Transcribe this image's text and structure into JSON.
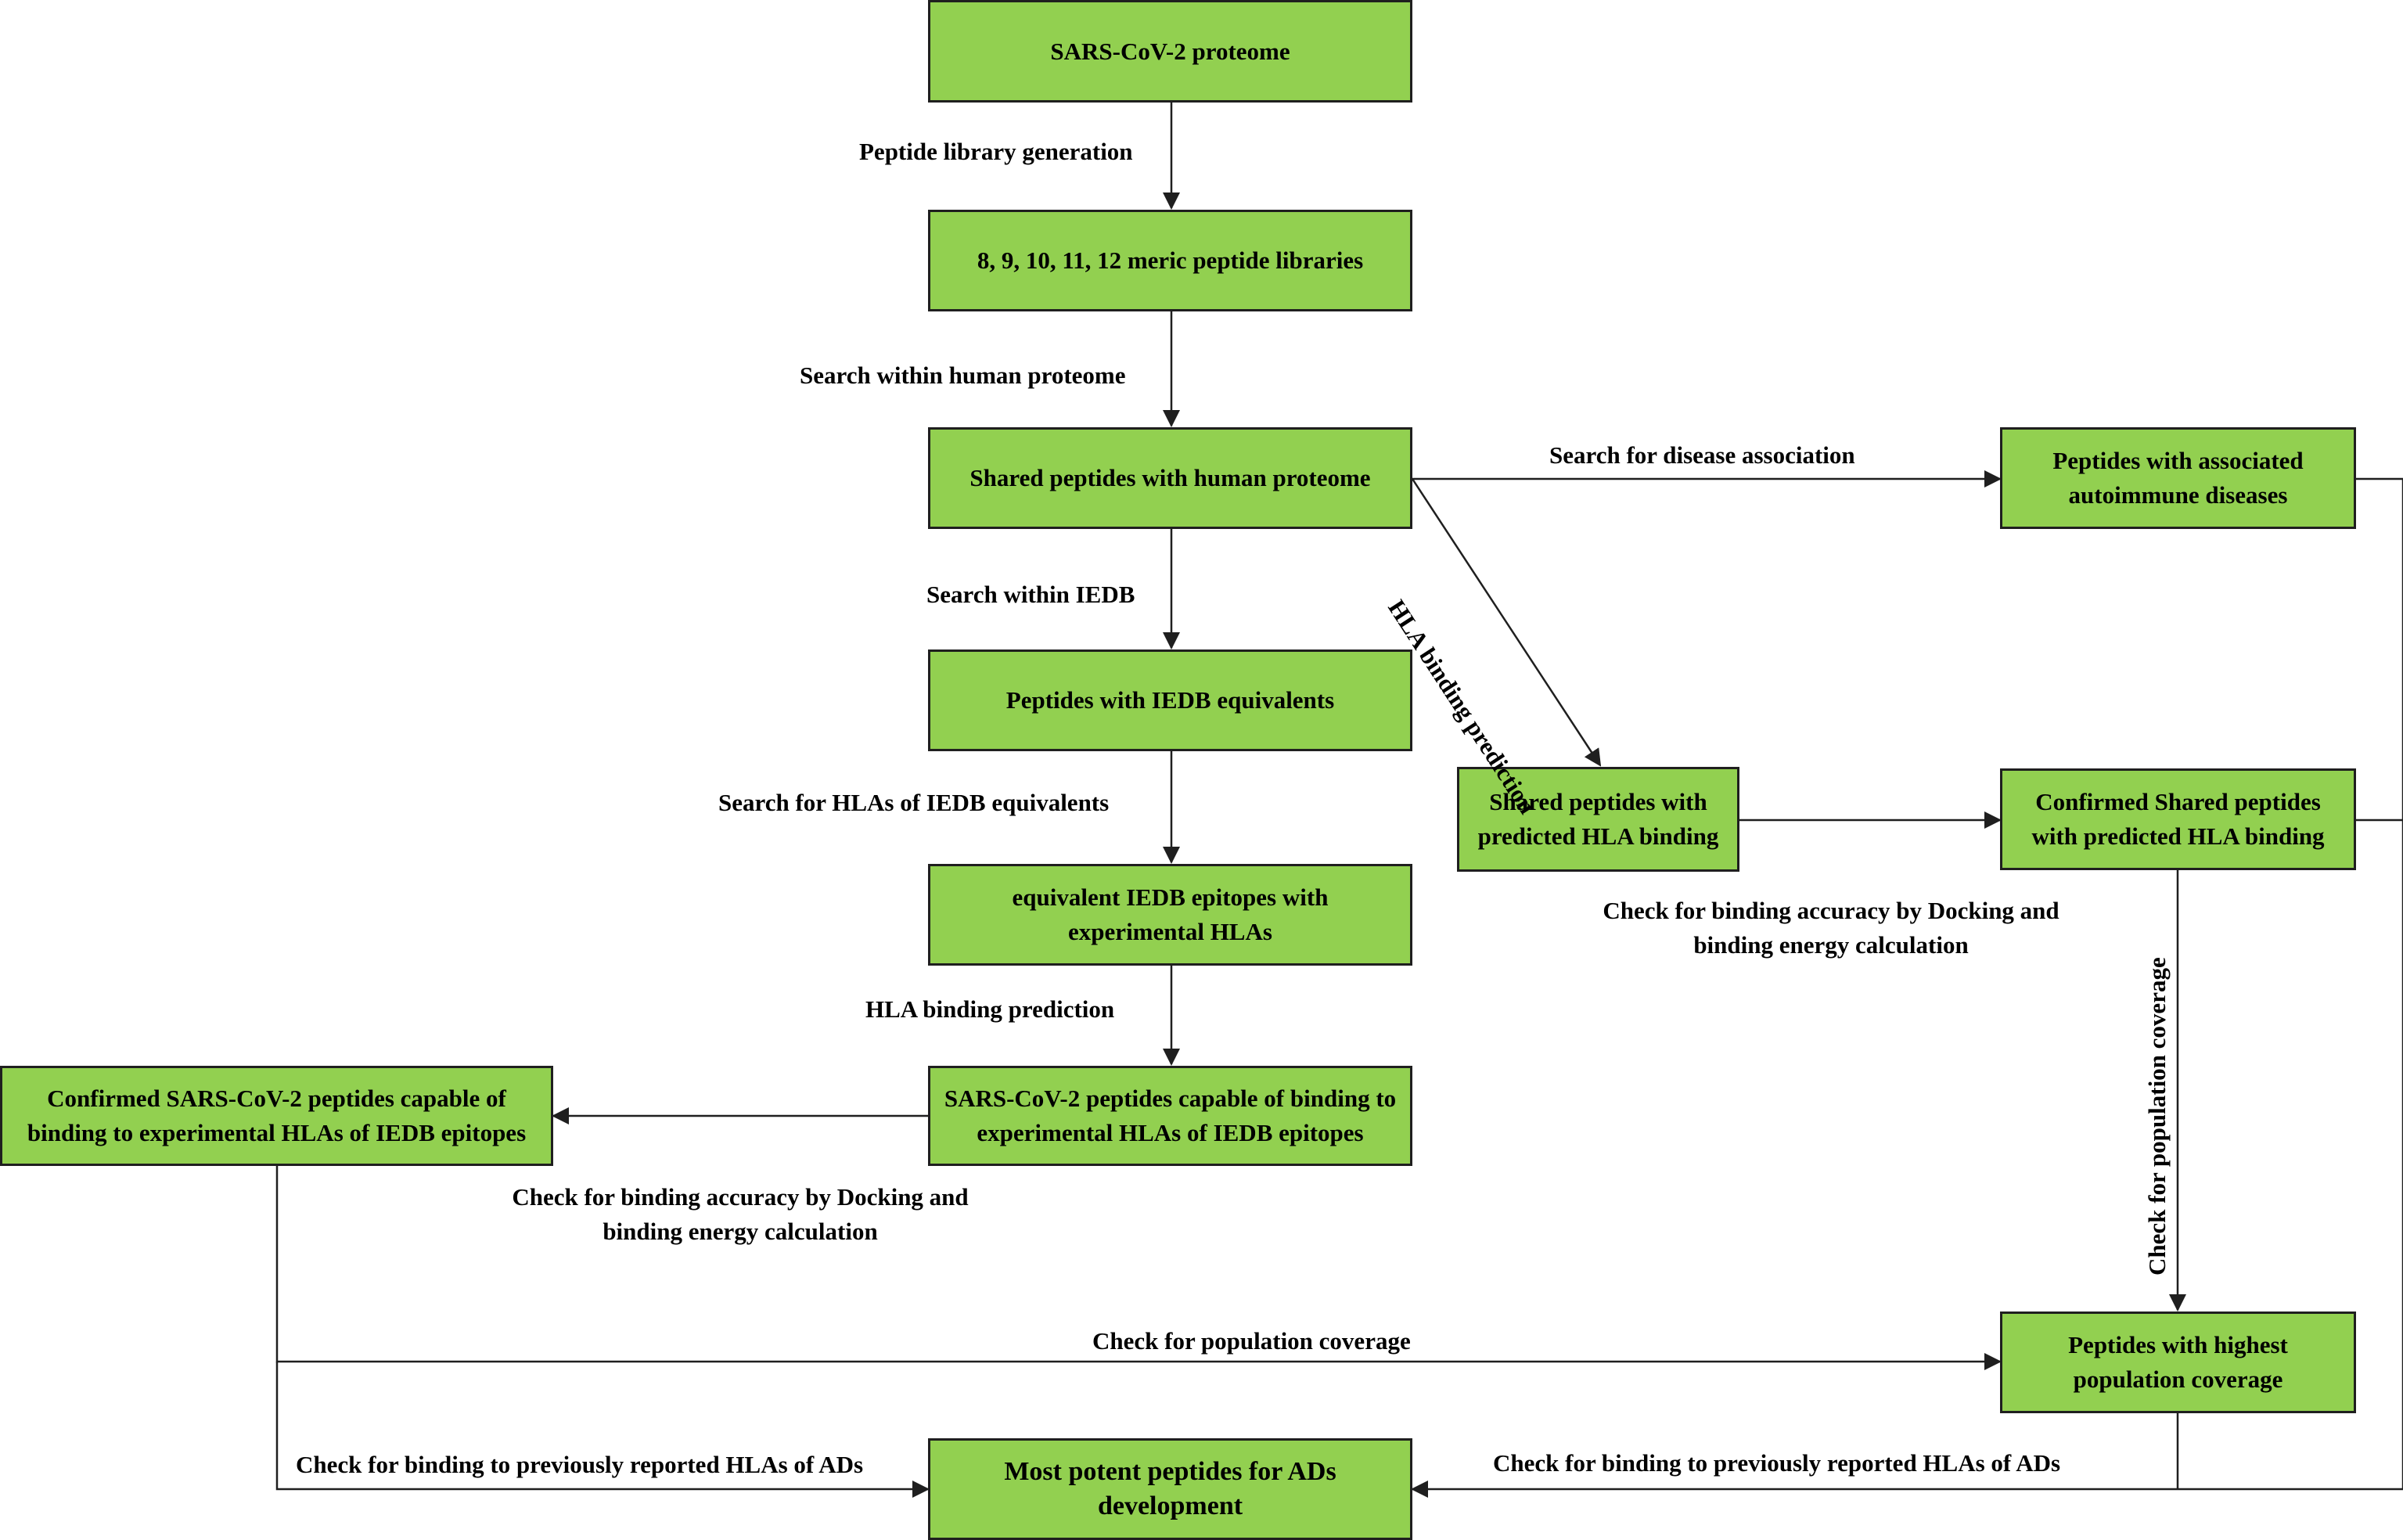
{
  "boxes": {
    "proteome": "SARS-CoV-2 proteome",
    "libraries": "8, 9, 10, 11, 12 meric peptide libraries",
    "shared": "Shared peptides with human proteome",
    "iedb_equiv": "Peptides with IEDB equivalents",
    "exp_hlas": "equivalent  IEDB epitopes with experimental HLAs",
    "sars_binding": "SARS-CoV-2 peptides capable of binding to experimental HLAs of IEDB epitopes",
    "confirmed_sars": "Confirmed SARS-CoV-2 peptides capable of binding to experimental HLAs of IEDB epitopes",
    "autoimmune": "Peptides with  associated autoimmune diseases",
    "shared_pred": "Shared peptides with predicted HLA binding",
    "confirmed_shared": "Confirmed Shared peptides with predicted HLA binding",
    "highest_cov": "Peptides with highest population coverage",
    "most_potent": "Most potent peptides for ADs development"
  },
  "labels": {
    "library_gen": "Peptide library generation",
    "search_human": "Search within human proteome",
    "search_iedb": "Search within IEDB",
    "search_hlas": "Search for HLAs of IEDB equivalents",
    "hla_pred_center": "HLA binding prediction",
    "disease_assoc": "Search for disease association",
    "hla_pred_diag": "HLA binding prediction",
    "docking_right_line1": "Check for binding accuracy by Docking and",
    "docking_right_line2": "binding  energy  calculation",
    "docking_left_line1": "Check for binding accuracy by Docking and",
    "docking_left_line2": "binding  energy  calculation",
    "pop_cov_vertical": "Check for population coverage",
    "pop_cov_horizontal": "Check for population coverage",
    "prev_hla_left": "Check for binding to previously reported HLAs of ADs",
    "prev_hla_right": "Check for binding to previously reported HLAs of ADs"
  },
  "colors": {
    "box_fill": "#92d050",
    "box_border": "#1f1f1f",
    "line": "#1f1f1f"
  }
}
